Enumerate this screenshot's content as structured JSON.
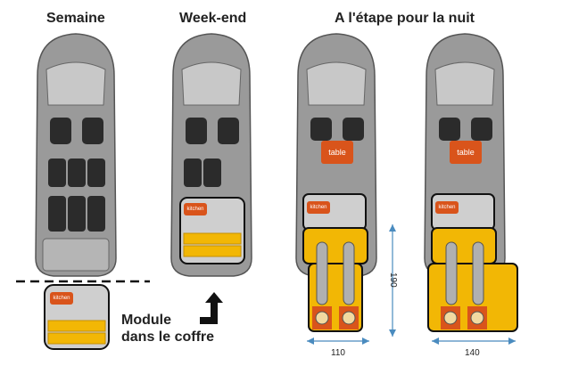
{
  "headings": {
    "weekday": "Semaine",
    "weekend": "Week-end",
    "overnight": "A l'étape pour la nuit"
  },
  "labels": {
    "kitchen": "kitchen",
    "table": "table"
  },
  "module_caption": {
    "line1": "Module",
    "line2": "dans le coffre"
  },
  "dimensions": {
    "length": "190",
    "width_narrow": "110",
    "width_wide": "140"
  },
  "colors": {
    "van_body": "#8f8f8f",
    "seat": "#2b2b2b",
    "module": "#cfcfcf",
    "mattress": "#f2b705",
    "accent_orange": "#d9541b",
    "dimension_line": "#4a8bbf"
  }
}
